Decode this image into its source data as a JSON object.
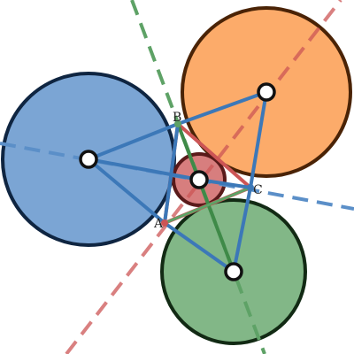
{
  "labels": {
    "a": "A",
    "b": "B",
    "c": "C"
  },
  "colors": {
    "blue_fill": "#7ba5d4",
    "blue_stroke": "#0f2541",
    "orange_fill": "#fcab6a",
    "orange_stroke": "#4a2306",
    "green_fill": "#82b787",
    "green_stroke": "#122a14",
    "red_fill": "#d77e7e",
    "red_stroke": "#5a1a1a",
    "line_blue": "#3c78b8",
    "line_red": "#cc5555",
    "line_green": "#5ea266",
    "dash_blue": "#5b8fc8",
    "point_fill": "#ffffff",
    "point_stroke": "#111111"
  }
}
